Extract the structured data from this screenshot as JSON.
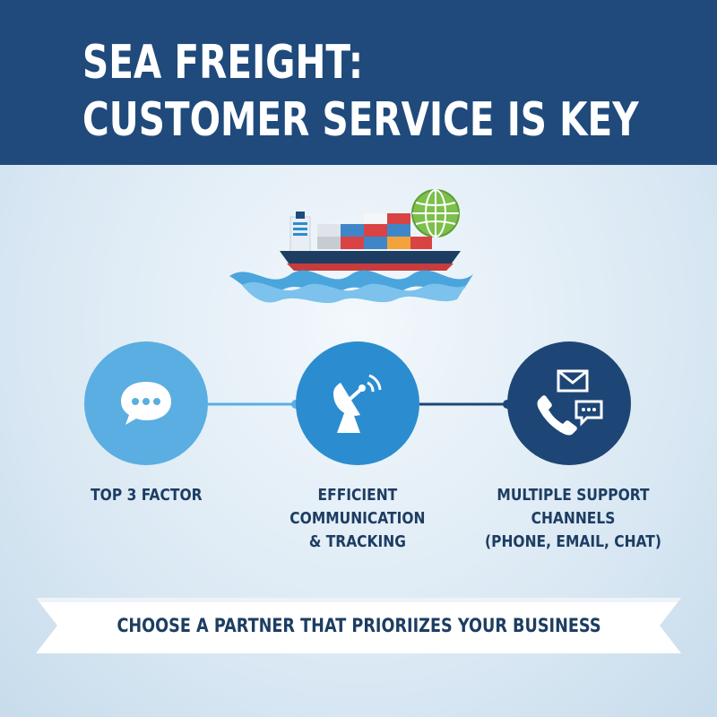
{
  "header": {
    "title_line1": "SEA FREIGHT:",
    "title_line2": "CUSTOMER SERVICE IS KEY"
  },
  "colors": {
    "header_bg": "#1f4a7b",
    "circle_light": "#5aaee1",
    "circle_mid": "#2b8dcf",
    "circle_dark": "#1d4676",
    "text_dark": "#1d3d62"
  },
  "illustration": {
    "icons": [
      "cargo-ship-icon",
      "globe-icon",
      "waves-icon"
    ]
  },
  "steps": [
    {
      "icon": "chat-bubble-icon",
      "label_lines": [
        "TOP 3 FACTOR"
      ]
    },
    {
      "icon": "satellite-dish-icon",
      "label_lines": [
        "EFFICIENT",
        "COMMUNICATION",
        "& TRACKING"
      ]
    },
    {
      "icon": "phone-email-chat-icon",
      "label_lines": [
        "MULTIPLE SUPPORT",
        "CHANNELS",
        "(PHONE, EMAIL, CHAT)"
      ]
    }
  ],
  "banner": {
    "text": "CHOOSE A PARTNER THAT PRIORIIZES YOUR BUSINESS"
  }
}
